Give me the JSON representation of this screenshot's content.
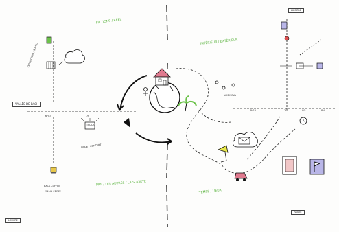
{
  "labels": {
    "left_axis_box": "VALLÉE DE BACH",
    "bottom_left_box": "LOUVRE",
    "bottom_right_box": "HAUTE",
    "top_right_box": "LUMIÈRE",
    "green_top_center": "FICTIONS / RÉEL",
    "green_right_top": "INTÉRIEUR / EXTÉRIEUR",
    "green_bottom_center": "MOI / LES AUTRES / LA SOCIÉTÉ",
    "green_bottom_right": "TEMPS / LIEUX",
    "left_axis_mark": "6H15",
    "left_axis_mark2": "7h",
    "right_axis_marks": [
      "6H15",
      "7H",
      "GO",
      "8H"
    ],
    "bottom_left_caption": "BACK COFFEE",
    "bottom_left_caption2": "\"MAIN SEIZE\"",
    "small_note_left": "CLOSE CHAIR / SOUND",
    "box_note": "TRUCK",
    "left_sub_caption": "CIRCE / CONCERT",
    "right_sub_caption": "NOS NOVA"
  },
  "colors": {
    "ink": "#222222",
    "accent_green": "#5ab33e",
    "house_pink": "#e07a8f",
    "tree_green": "#6cc24a",
    "flag_purple": "#6b5b9a"
  },
  "icons": [
    "house-icon",
    "palm-tree-icon",
    "envelope-icon",
    "lamp-icon",
    "flag-icon",
    "car-icon",
    "clock-icon",
    "monitor-icon"
  ]
}
